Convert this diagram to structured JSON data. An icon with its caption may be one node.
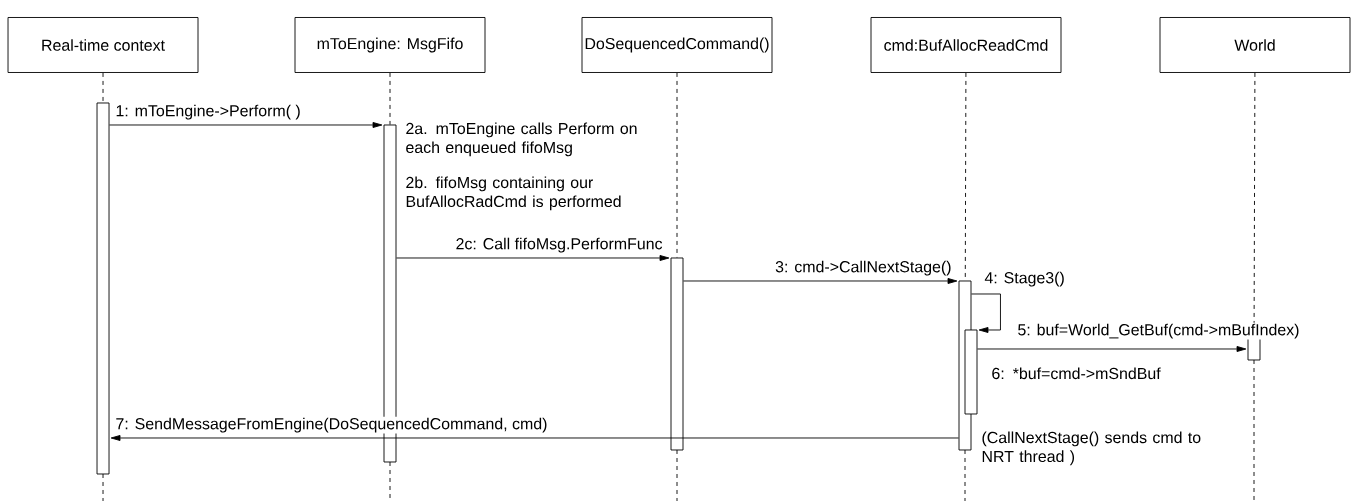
{
  "diagram": {
    "nodes": [
      {
        "text": [
          "Real-time context"
        ]
      },
      {
        "text": [
          "mToEngine: MsgFifo"
        ]
      },
      {
        "text": [
          "DoSequencedCommand()"
        ]
      },
      {
        "text": [
          "cmd:BufAllocReadCmd"
        ]
      },
      {
        "text": [
          "World"
        ]
      },
      {
        "text": [],
        "shape": "bar"
      },
      {
        "text": [],
        "shape": "bar"
      },
      {
        "text": [],
        "shape": "bar"
      },
      {
        "text": [],
        "shape": "bar"
      },
      {
        "text": [],
        "shape": "bar"
      },
      {
        "text": [],
        "shape": "bar"
      }
    ],
    "edges": [
      {
        "from": 0,
        "to": 5,
        "arrow": "none",
        "style": "dashed"
      },
      {
        "from": 1,
        "to": 6,
        "arrow": "none",
        "style": "dashed"
      },
      {
        "from": 2,
        "to": 7,
        "arrow": "none",
        "style": "dashed"
      },
      {
        "from": 3,
        "to": 8,
        "arrow": "none",
        "style": "dashed"
      },
      {
        "from": 4,
        "to": 10,
        "arrow": "none",
        "style": "dashed"
      },
      {
        "from": 5,
        "to": 6,
        "arrow": "to",
        "label": "1: mToEngine->Perform( )"
      },
      {
        "from": 6,
        "to": 7,
        "arrow": "to",
        "label": "2c: Call fifoMsg.PerformFunc"
      },
      {
        "from": 7,
        "to": 8,
        "arrow": "to",
        "label": "3: cmd->CallNextStage()"
      },
      {
        "from": 8,
        "to": 9,
        "arrow": "to",
        "label": "4: Stage3()"
      },
      {
        "from": 9,
        "to": 10,
        "arrow": "to",
        "label": "5: buf=World_GetBuf(cmd->mBufIndex)"
      },
      {
        "from": 8,
        "to": 5,
        "arrow": "to",
        "label": "7: SendMessageFromEngine(DoSequencedCommand, cmd)"
      }
    ],
    "labels": [
      "2a. mToEngine calls Perform on each enqueued fifoMsg",
      "2b. fifoMsg containing our BufAllocRadCmd is performed",
      "6: *buf=cmd->mSndBuf",
      "(CallNextStage() sends cmd to NRT thread )"
    ]
  }
}
